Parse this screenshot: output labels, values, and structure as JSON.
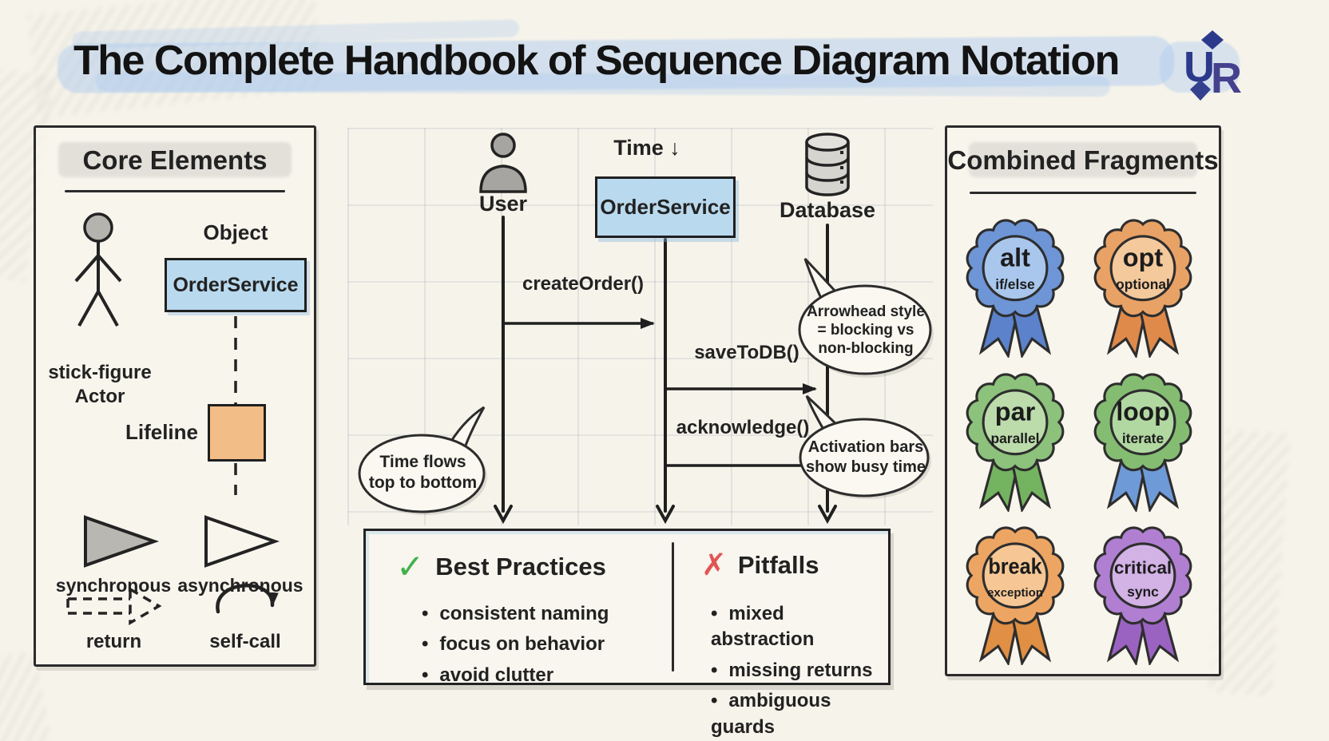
{
  "title": {
    "text": "The Complete Handbook of Sequence Diagram Notation",
    "logo_u": "U",
    "logo_r": "R"
  },
  "core": {
    "title": "Core Elements",
    "actor_label": "stick-figure\nActor",
    "object_label": "Object",
    "object_box_text": "OrderService",
    "lifeline_label": "Lifeline",
    "sync_label": "synchronous",
    "async_label": "asynchronous",
    "return_label": "return",
    "selfcall_label": "self-call"
  },
  "sequence": {
    "time_label": "Time ↓",
    "actors": [
      {
        "name": "User"
      },
      {
        "name": "OrderService"
      },
      {
        "name": "Database"
      }
    ],
    "messages": [
      {
        "label": "createOrder()"
      },
      {
        "label": "saveToDB()"
      },
      {
        "label": "acknowledge()"
      }
    ],
    "callouts": [
      {
        "text": "Time flows\ntop to bottom"
      },
      {
        "text": "Arrowhead style\n= blocking vs\nnon-blocking"
      },
      {
        "text": "Activation bars\nshow busy time"
      }
    ]
  },
  "practices": {
    "icon": "✓",
    "title": "Best Practices",
    "items": [
      "consistent naming",
      "focus on behavior",
      "avoid clutter"
    ]
  },
  "pitfalls": {
    "icon": "✗",
    "title": "Pitfalls",
    "items": [
      "mixed abstraction",
      "missing returns",
      "ambiguous guards"
    ]
  },
  "fragments": {
    "title": "Combined Fragments",
    "badges": [
      {
        "label": "alt",
        "sublabel": "if/else",
        "body": "#6e95d6",
        "inner": "#a9c7ec",
        "ribbon": "#5b82cb"
      },
      {
        "label": "opt",
        "sublabel": "optional",
        "body": "#e9a266",
        "inner": "#f4c99c",
        "ribbon": "#df8a4b"
      },
      {
        "label": "par",
        "sublabel": "parallel",
        "body": "#8cc27b",
        "inner": "#bcdcab",
        "ribbon": "#74b35f"
      },
      {
        "label": "loop",
        "sublabel": "iterate",
        "body": "#84bd72",
        "inner": "#b2d8a2",
        "ribbon": "#6f9ad8"
      },
      {
        "label": "break",
        "sublabel": "exception",
        "body": "#eda563",
        "inner": "#f6c795",
        "ribbon": "#e08f44"
      },
      {
        "label": "critical",
        "sublabel": "sync",
        "body": "#b07fd1",
        "inner": "#d3b2e6",
        "ribbon": "#9a63c2"
      }
    ]
  },
  "colors": {
    "paper": "#f6f3ea",
    "ink": "#222222",
    "object_fill": "#b9d9ee",
    "activation_fill": "#f3bd87",
    "highlight": "#a9c9ef",
    "check": "#43b14b",
    "cross": "#e25555"
  }
}
